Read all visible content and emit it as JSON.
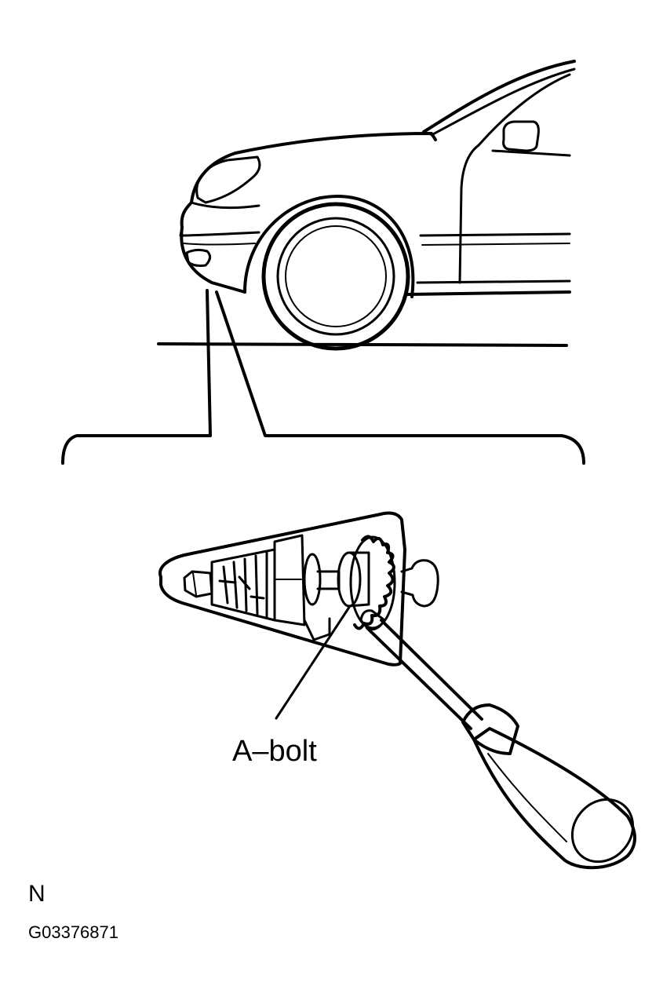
{
  "callout_label": "A–bolt",
  "corner_mark": "N",
  "figure_code": "G03376871",
  "line_color": "#000000",
  "background_color": "#ffffff",
  "icons": [
    "car-front",
    "headlight-adjuster",
    "screwdriver"
  ]
}
